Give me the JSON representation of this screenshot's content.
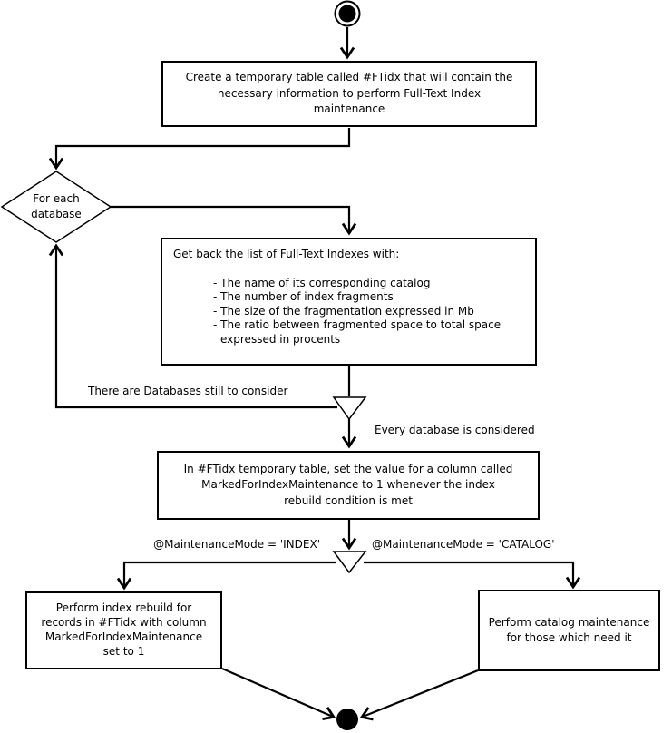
{
  "canvas": {
    "background": "#ffffff",
    "line_color": "#000000",
    "text_color": "#000000"
  },
  "nodes": {
    "create_table": {
      "text": "Create a temporary table called #FTidx that will contain the\nnecessary information to perform Full-Text Index\nmaintenance"
    },
    "for_each_db": {
      "text": "For each\ndatabase"
    },
    "get_list": {
      "heading": "Get back the list of Full-Text Indexes with:",
      "bullets": [
        "- The name of its corresponding catalog",
        "- The number of index fragments",
        "- The size of the fragmentation expressed in Mb",
        "- The ratio between fragmented space to total space",
        "expressed in procents"
      ]
    },
    "set_flag": {
      "text": "In #FTidx temporary table, set the value for a column called\nMarkedForIndexMaintenance to 1 whenever the index\nrebuild condition is met"
    },
    "index_rebuild": {
      "text": "Perform index rebuild for\nrecords in #FTidx with column\nMarkedForIndexMaintenance\nset to 1"
    },
    "catalog_maint": {
      "text": "Perform catalog maintenance\nfor those which need it"
    }
  },
  "edge_labels": {
    "loop_back": "There are Databases still to consider",
    "loop_exit": "Every database is considered",
    "mode_index": "@MaintenanceMode = 'INDEX'",
    "mode_catalog": "@MaintenanceMode = 'CATALOG'"
  }
}
